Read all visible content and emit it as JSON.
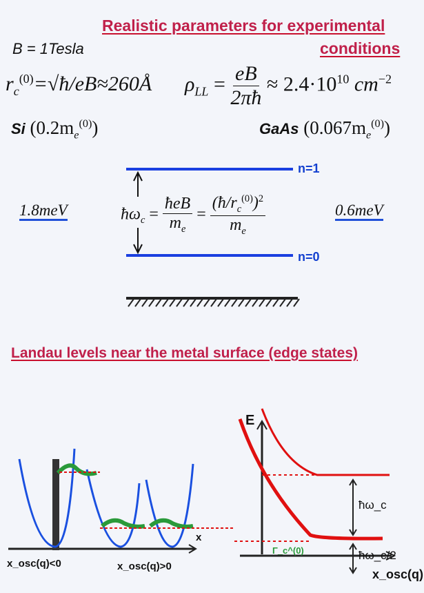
{
  "title1_line1": "Realistic parameters for experimental",
  "title1_line2": "conditions",
  "field": "B = 1Tesla",
  "rc_lhs": "r",
  "rc_sub": "c",
  "rc_sup": "(0)",
  "rc_rhs": "=√ħ/eB≈260Å",
  "rho_lhs": "ρ",
  "rho_sub": "LL",
  "rho_num": "eB",
  "rho_den": "2πħ",
  "rho_value": "≈ 2.4·10",
  "rho_exp": "10",
  "rho_unit": "cm",
  "rho_unit_exp": "−2",
  "si_label": "Si",
  "si_mass": "(0.2m",
  "gaas_label": "GaAs",
  "gaas_mass": "(0.067m",
  "mass_sub": "e",
  "mass_sup": "(0)",
  "close_paren": ")",
  "si_energy": "1.8meV",
  "gaas_energy": "0.6meV",
  "hw_lhs": "ħω",
  "hw_sub": "c",
  "hw_frac1_num": "ħeB",
  "hw_frac_den": "m",
  "hw_frac2_num": "(ħ/r",
  "hw_frac2_tail": ")",
  "hw_frac2_exp": "2",
  "equals": "=",
  "level_n1": "n=1",
  "level_n0": "n=0",
  "title2": "Landau levels near the metal surface (edge states)",
  "left_plot": {
    "axis_x": "x",
    "label_neg": "x_osc(q)<0",
    "label_pos": "x_osc(q)>0"
  },
  "right_plot": {
    "axis_y": "E",
    "axis_x": "x_osc(q)",
    "gap1": "ħω_c",
    "gap2": "ħω_c/2",
    "gamma": "Γ_c^(0)"
  },
  "colors": {
    "title": "#c0204a",
    "level": "#1a3fe0",
    "curve_red": "#e01010",
    "wave_green": "#2a9a3a"
  }
}
